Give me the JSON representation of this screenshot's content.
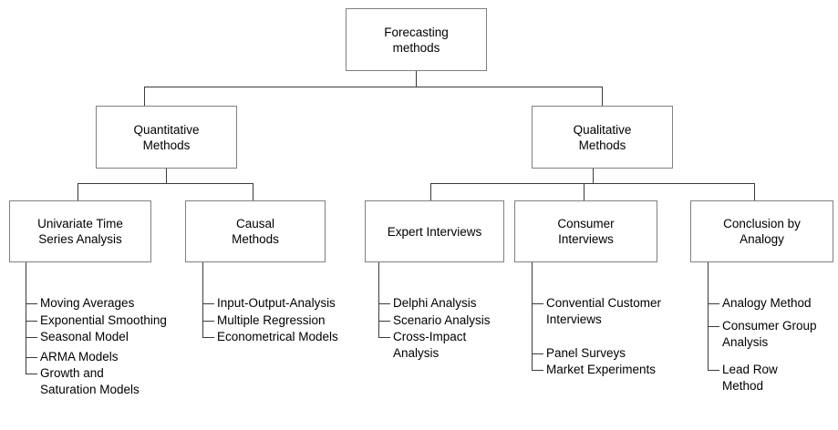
{
  "diagram": {
    "title": "Forecasting methods",
    "root": {
      "label": "Forecasting\nmethods"
    },
    "level2": [
      {
        "label": "Quantitative\nMethods"
      },
      {
        "label": "Qualitative\nMethods"
      }
    ],
    "level3": [
      {
        "label": "Univariate Time\nSeries Analysis"
      },
      {
        "label": "Causal\nMethods"
      },
      {
        "label": "Expert Interviews"
      },
      {
        "label": "Consumer\nInterviews"
      },
      {
        "label": "Conclusion by\nAnalogy"
      }
    ],
    "leaves": {
      "univariate_time_series_analysis": [
        "Moving Averages",
        "Exponential Smoothing",
        "Seasonal Model",
        "ARMA Models",
        "Growth and\nSaturation Models"
      ],
      "causal_methods": [
        "Input-Output-Analysis",
        "Multiple Regression",
        "Econometrical Models"
      ],
      "expert_interviews": [
        "Delphi Analysis",
        "Scenario Analysis",
        "Cross-Impact\nAnalysis"
      ],
      "consumer_interviews": [
        "Convential Customer\nInterviews",
        "Panel Surveys",
        "Market Experiments"
      ],
      "conclusion_by_analogy": [
        "Analogy Method",
        "Consumer Group\nAnalysis",
        "Lead Row\nMethod"
      ]
    },
    "colors": {
      "box_border": "#808080",
      "connector": "#3a3a3a",
      "text": "#000000",
      "background": "#ffffff"
    }
  }
}
